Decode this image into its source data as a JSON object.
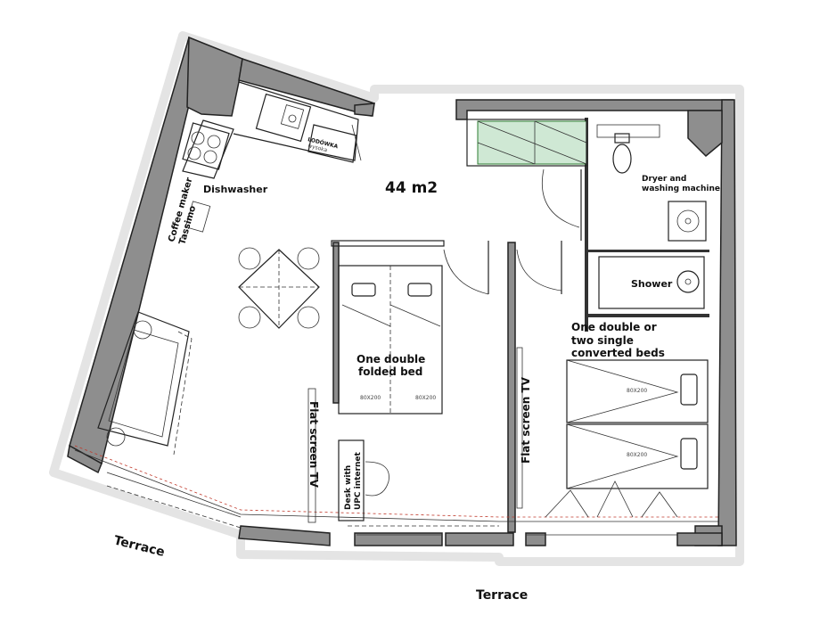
{
  "plan": {
    "area": "44 m2",
    "rooms": {
      "kitchen": {
        "dishwasher": "Dishwasher",
        "coffee_maker_line1": "Coffee maker",
        "coffee_maker_line2": "Tassimo",
        "fridge_line1": "LODÓWKA",
        "fridge_line2": "wysoka"
      },
      "living": {
        "tv_label": "Flat screen TV"
      },
      "bedroom1": {
        "bed_line1": "One double",
        "bed_line2": "folded bed",
        "mattress_left": "80X200",
        "mattress_right": "80X200",
        "desk_line1": "Desk with",
        "desk_line2": "UPC internet"
      },
      "bedroom2": {
        "tv_label": "Flat screen TV",
        "bed_line1": "One double or",
        "bed_line2": "two single",
        "bed_line3": "converted beds",
        "mattress_top": "80X200",
        "mattress_bottom": "80X200"
      },
      "bathroom": {
        "dryer_line1": "Dryer and",
        "dryer_line2": "washing machine",
        "shower": "Shower"
      }
    },
    "terraces": {
      "left": "Terrace",
      "bottom": "Terrace"
    }
  }
}
